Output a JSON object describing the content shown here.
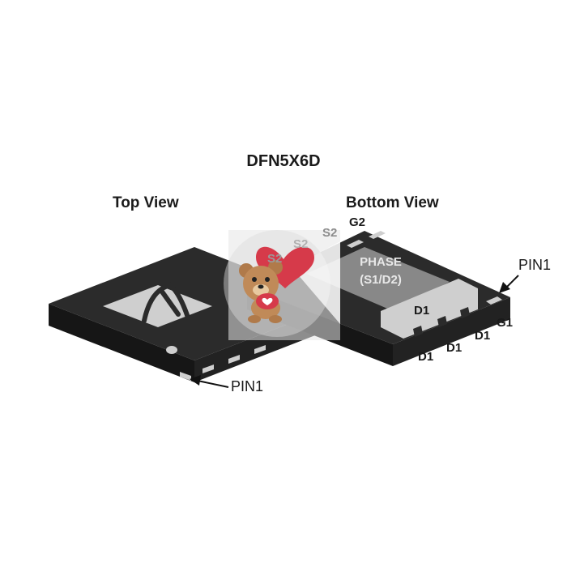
{
  "title": "DFN5X6D",
  "top_view": {
    "label": "Top View",
    "pin1_label": "PIN1"
  },
  "bottom_view": {
    "label": "Bottom View",
    "pin1_label": "PIN1",
    "phase_line1": "PHASE",
    "phase_line2": "(S1/D2)",
    "pins": {
      "g2": "G2",
      "s2_a": "S2",
      "s2_b": "S2",
      "s2_c": "S2",
      "d1_pad": "D1",
      "d1_a": "D1",
      "d1_b": "D1",
      "d1_c": "D1",
      "g1": "G1"
    }
  },
  "colors": {
    "package_top": "#2b2b2b",
    "package_side": "#161616",
    "pad": "#cfcfcf",
    "text": "#1a1a1a"
  }
}
